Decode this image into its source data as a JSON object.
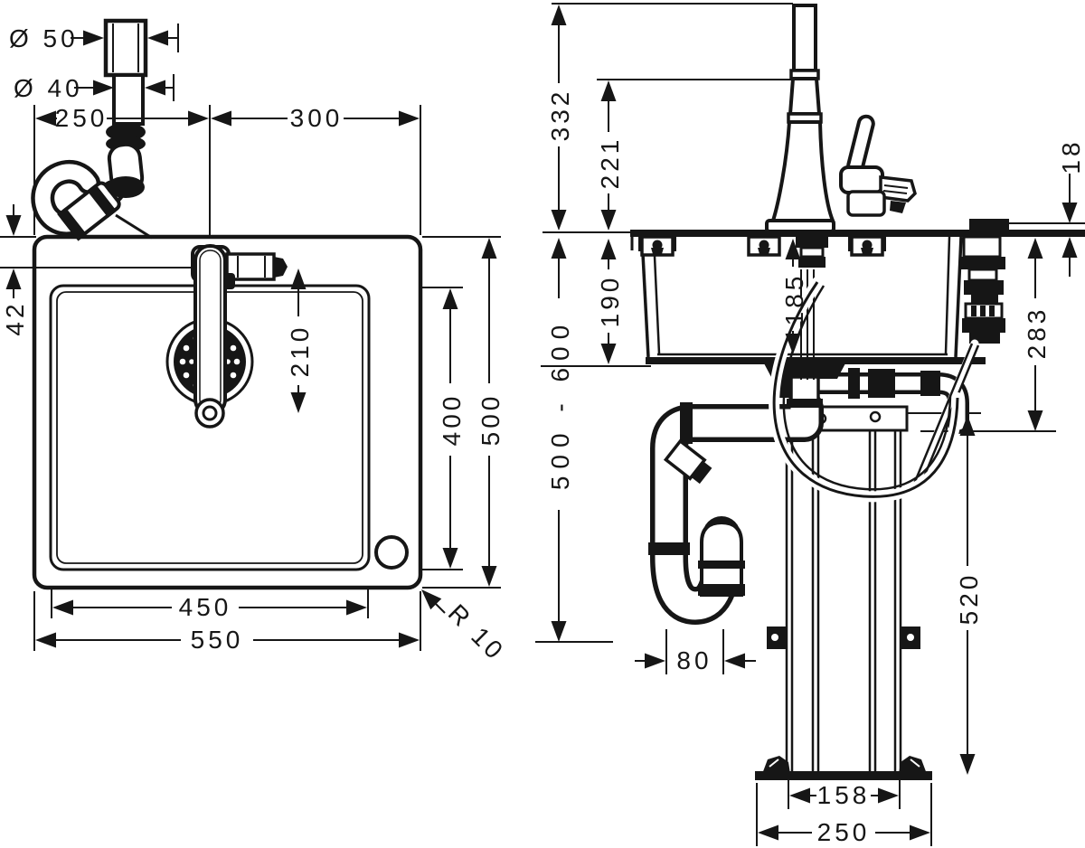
{
  "colors": {
    "line": "#161616",
    "background": "#ffffff"
  },
  "drawing": {
    "plan_view": {
      "dims": {
        "drain_cap": "Ø 50",
        "drain_pipe": "Ø 40",
        "edge_to_tap": "250",
        "tap_to_edge": "300",
        "tap_setback": "42",
        "spout_reach": "210",
        "bowl_depth": "400",
        "sink_depth": "500",
        "bowl_width": "450",
        "sink_width": "550",
        "corner_radius": "R 10"
      }
    },
    "side_view": {
      "dims": {
        "spout_height": "332",
        "handle_height": "221",
        "deck_thickness": "18",
        "bowl_outer_depth": "190",
        "bowl_inner_depth": "185",
        "connection_depth": "283",
        "trap_outlet_range": "500 - 600",
        "frame_height": "520",
        "trap_offset": "80",
        "leg_spacing": "158",
        "base_width": "250"
      }
    }
  }
}
